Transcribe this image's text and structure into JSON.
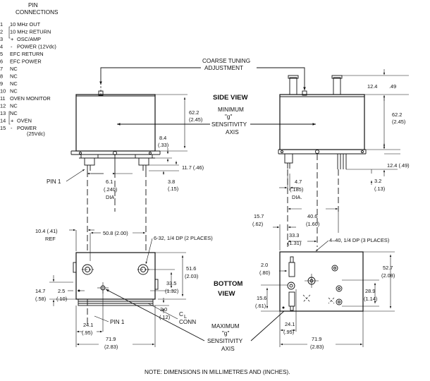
{
  "pins": {
    "title_line1": "PIN",
    "title_line2": "CONNECTIONS",
    "items": [
      {
        "num": "1",
        "bracket": "",
        "label": "10 MHz OUT"
      },
      {
        "num": "2",
        "bracket": "",
        "label": "10 MHz RETURN"
      },
      {
        "num": "3",
        "bracket": "+",
        "label": "OSC/AMP"
      },
      {
        "num": "4",
        "bracket": "-",
        "label": "POWER (12Vdc)"
      },
      {
        "num": "5",
        "bracket": "",
        "label": "EFC RETURN"
      },
      {
        "num": "6",
        "bracket": "",
        "label": "EFC POWER"
      },
      {
        "num": "7",
        "bracket": "",
        "label": "NC"
      },
      {
        "num": "8",
        "bracket": "",
        "label": "NC"
      },
      {
        "num": "9",
        "bracket": "",
        "label": "NC"
      },
      {
        "num": "10",
        "bracket": "",
        "label": "NC"
      },
      {
        "num": "11",
        "bracket": "",
        "label": "OVEN MONITOR"
      },
      {
        "num": "12",
        "bracket": "",
        "label": "NC"
      },
      {
        "num": "13",
        "bracket": "",
        "label": "NC"
      },
      {
        "num": "14",
        "bracket": "+",
        "label": "OVEN"
      },
      {
        "num": "15",
        "bracket": "-",
        "label": "POWER"
      }
    ],
    "oven_voltage": "(25Vdc)"
  },
  "labels": {
    "coarse_tuning_1": "COARSE TUNING",
    "coarse_tuning_2": "ADJUSTMENT",
    "side_view": "SIDE VIEW",
    "bottom_view_1": "BOTTOM",
    "bottom_view_2": "VIEW",
    "min_g_1": "MINIMUM",
    "min_g_2": "\"g\"",
    "min_g_3": "SENSITIVITY",
    "min_g_4": "AXIS",
    "max_g_1": "MAXIMUM",
    "max_g_2": "\"g\"",
    "max_g_3": "SENSITIVITY",
    "max_g_4": "AXIS",
    "pin1_side": "PIN 1",
    "pin1_bottom": "PIN 1",
    "dia_left": "DIA.",
    "dia_right": "DIA.",
    "ref": "REF",
    "cl": "C",
    "cl_sub": "L",
    "conn": "CONN",
    "screw_632": "6-32, 1/4 DP (2 PLACES)",
    "screw_440": "4–40, 1/4 DP (3 PLACES)"
  },
  "dimensions": {
    "d_62_2_left": "62.2",
    "d_2_45_left": "(2.45)",
    "d_8_4": "8.4",
    "d_0_33": "(.33)",
    "d_11_7": "11.7 (.46)",
    "d_3_8": "3.8",
    "d_0_15": "(.15)",
    "d_6_1": "6.1",
    "d_0_240": "(.240)",
    "d_12_4_top": "12.4",
    "d_49_top": ".49",
    "d_62_2_right": "62.2",
    "d_2_45_right": "(2.45)",
    "d_12_4_bot": "12.4 (.49)",
    "d_3_2": "3.2",
    "d_0_13": "(.13)",
    "d_4_7": "4.7",
    "d_0_185": "(.185)",
    "d_10_4": "10.4 (.41)",
    "d_50_8": "50.8 (2.00)",
    "d_51_6": "51.6",
    "d_2_03": "(2.03)",
    "d_33_5": "33.5",
    "d_1_32": "(1.32)",
    "d_14_7": "14.7",
    "d_0_58": "(.58)",
    "d_2_5": "2.5",
    "d_0_10": "(.10)",
    "d_3_0": "3.0",
    "d_0_12": "(.12)",
    "d_24_1_left": "24.1",
    "d_0_95_left": "(.95)",
    "d_71_9_left": "71.9",
    "d_2_83_left": "(2.83)",
    "d_15_7": "15.7",
    "d_0_62": "(.62)",
    "d_40_6": "40.6",
    "d_1_60": "(1.60)",
    "d_33_3": "33.3",
    "d_1_31": "(1.31)",
    "d_2_0": "2.0",
    "d_0_80": "(.80)",
    "d_52_7": "52.7",
    "d_2_08": "(2.08)",
    "d_28_9": "28.9",
    "d_1_14": "(1.14)",
    "d_15_6": "15.6",
    "d_0_61": "(.61)",
    "d_24_1_right": "24.1",
    "d_0_95_right": "(.95)",
    "d_71_9_right": "71.9",
    "d_2_83_right": "(2.83)"
  },
  "note": "NOTE: DIMENSIONS IN MILLIMETRES AND (INCHES)."
}
